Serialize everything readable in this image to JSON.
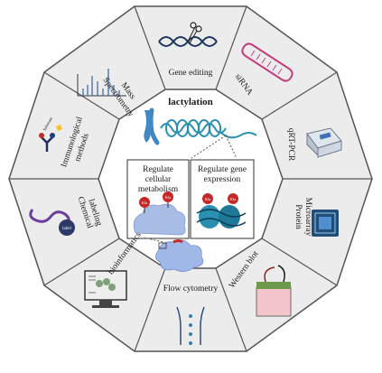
{
  "center": {
    "title": "lactylation",
    "box_left": [
      "Regulate",
      "cellular",
      "metabolism"
    ],
    "box_right": [
      "Regulate gene",
      "expression"
    ],
    "kla_label": "Kla"
  },
  "segments": [
    {
      "id": "gene-editing",
      "label": "Gene editing"
    },
    {
      "id": "sirna",
      "label": "siRNA"
    },
    {
      "id": "qrt-pcr",
      "label": "qRT-PCR"
    },
    {
      "id": "protein-microarray",
      "label": "Protein Microarray"
    },
    {
      "id": "western-blot",
      "label": "Western blot"
    },
    {
      "id": "flow-cytometry",
      "label": "Flow cytometry"
    },
    {
      "id": "bioinformatics",
      "label": "bioinformatics"
    },
    {
      "id": "chemical-labeling",
      "label": "Chemical labeling"
    },
    {
      "id": "immunological-methods",
      "label": "Immunological methods"
    },
    {
      "id": "mass-spectrometry",
      "label": "Mass Spectrometry"
    }
  ],
  "icon_text": {
    "substrate": "Substrate",
    "label_tag": "label"
  },
  "colors": {
    "outer_fill": "#eeeeee",
    "outer_stroke": "#5a5a5a",
    "inner_fill": "#ffffff",
    "dna_teal": "#2a8fb0",
    "chromosome_blue": "#3f88c5",
    "kla_red": "#c62828",
    "protein_blue": "#a8bde6",
    "sirna_pink": "#c2407f",
    "chem_purple": "#6a3f9c"
  }
}
